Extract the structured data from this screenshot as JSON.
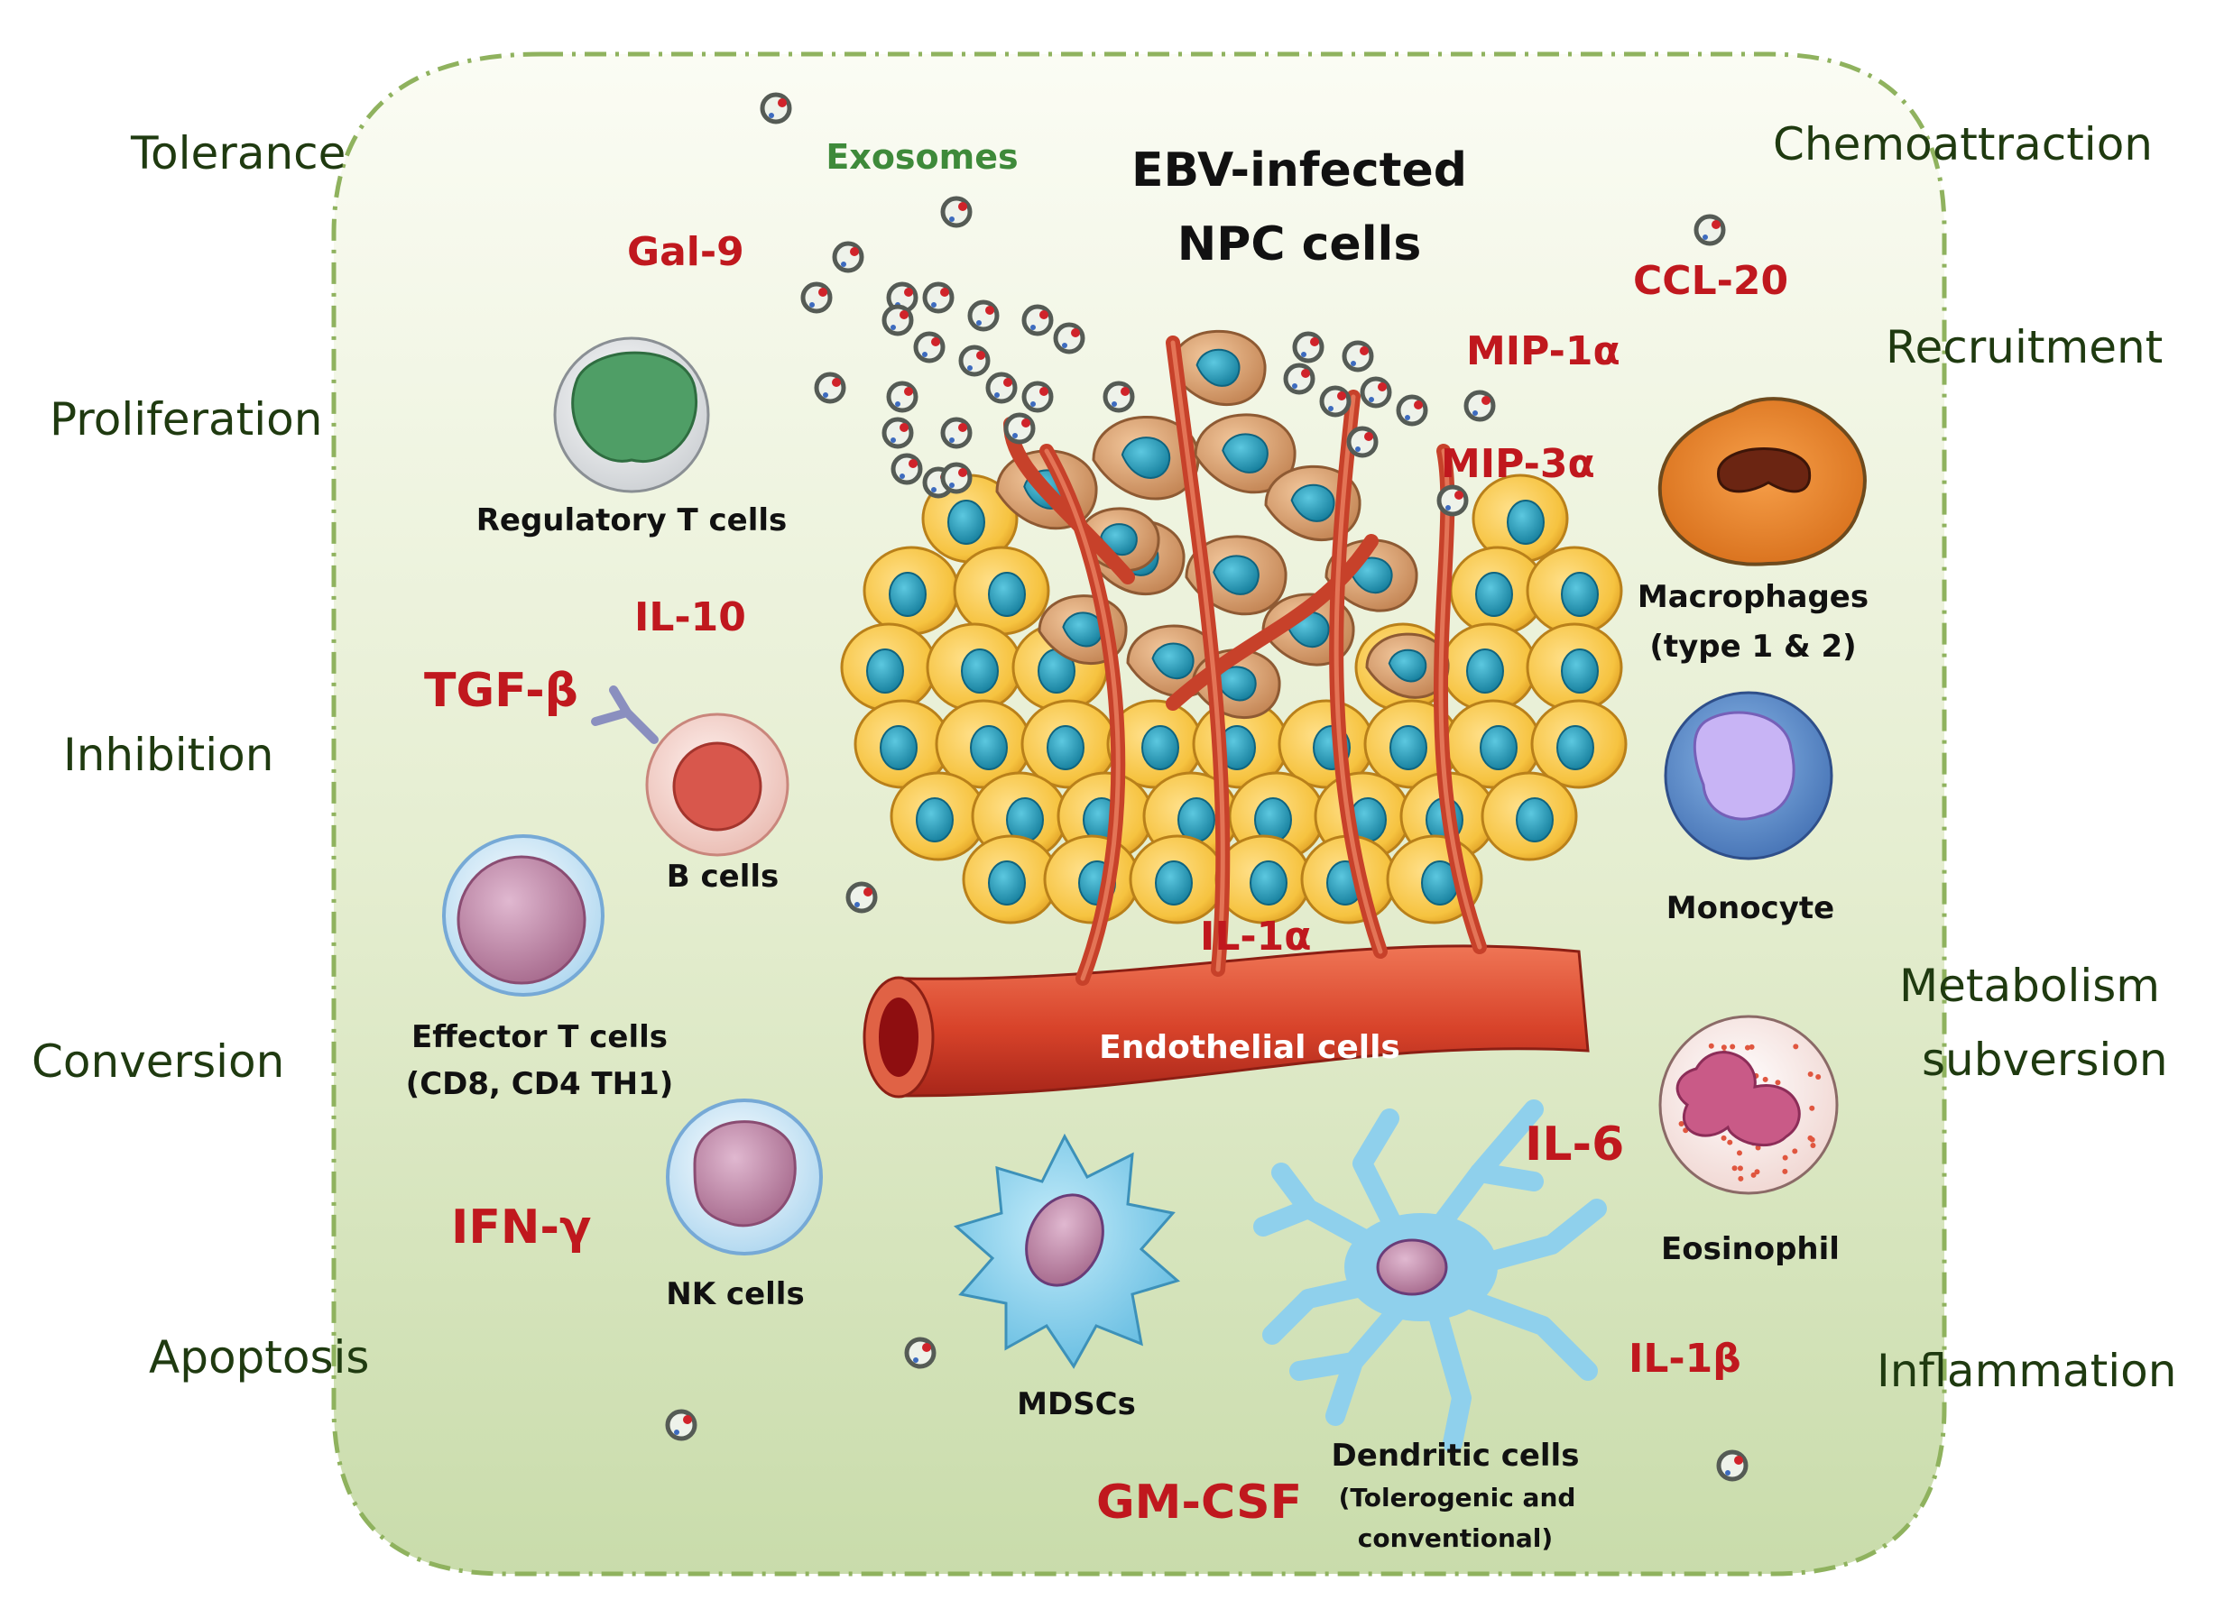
{
  "title": {
    "line1": "EBV-infected",
    "line2": "NPC cells"
  },
  "exosomes_label": "Exosomes",
  "functions": {
    "tolerance": "Tolerance",
    "proliferation": "Proliferation",
    "inhibition": "Inhibition",
    "conversion": "Conversion",
    "apoptosis": "Apoptosis",
    "chemoattraction": "Chemoattraction",
    "recruitment": "Recruitment",
    "metabolism_line1": "Metabolism",
    "metabolism_line2": "subversion",
    "inflammation": "Inflammation"
  },
  "cytokines": {
    "gal9": "Gal-9",
    "il10": "IL-10",
    "tgfb": "TGF-β",
    "ifng": "IFN-γ",
    "gmcsf": "GM-CSF",
    "il1a": "IL-1α",
    "il6": "IL-6",
    "il1b": "IL-1β",
    "ccl20": "CCL-20",
    "mip1a": "MIP-1α",
    "mip3a": "MIP-3α"
  },
  "cells": {
    "treg": "Regulatory T cells",
    "bcells": "B cells",
    "effector_line1": "Effector T cells",
    "effector_line2": "(CD8, CD4 TH1)",
    "nk": "NK cells",
    "mdsc": "MDSCs",
    "dc_line1": "Dendritic cells",
    "dc_line2": "(Tolerogenic and",
    "dc_line3": "conventional)",
    "macro_line1": "Macrophages",
    "macro_line2": "(type 1 & 2)",
    "monocyte": "Monocyte",
    "eosinophil": "Eosinophil"
  },
  "vessel_label": "Endothelial cells",
  "colors": {
    "background_top": "#fbfcf4",
    "background_bottom": "#c9dcab",
    "border": "#8fb25e",
    "cytokine": "#c0181e",
    "function_text": "#1f3a10",
    "tumor_cell": "#f6c340",
    "nucleus": "#1d9ab8",
    "vessel": "#d8432a",
    "infected_cell": "#d39a68"
  }
}
